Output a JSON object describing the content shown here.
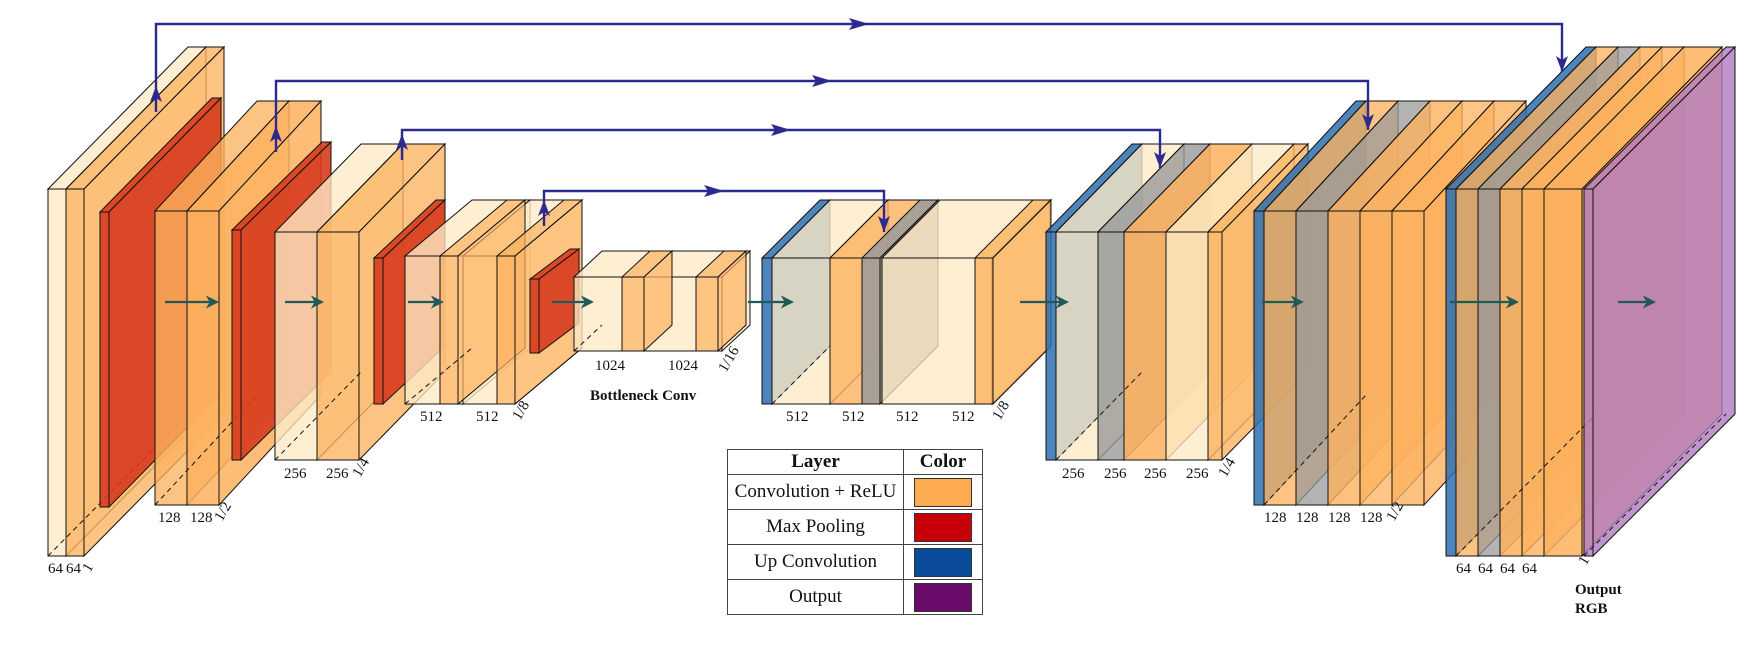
{
  "colors": {
    "conv": "#fdb25f",
    "conv_light": "#feebc6",
    "pool": "#d63b1e",
    "upconv": "#2e6fb0",
    "concat": "#9a9a9a",
    "output": "#b07ac0",
    "skip": "#2b2b8f",
    "flow": "#1e5a57"
  },
  "encoder": [
    {
      "id": "enc1",
      "channels": [
        "64",
        "64"
      ],
      "scale": "1"
    },
    {
      "id": "enc2",
      "channels": [
        "128",
        "128"
      ],
      "scale": "1/2"
    },
    {
      "id": "enc3",
      "channels": [
        "256",
        "256"
      ],
      "scale": "1/4"
    },
    {
      "id": "enc4",
      "channels": [
        "512",
        "512"
      ],
      "scale": "1/8"
    }
  ],
  "bottleneck": {
    "channels": [
      "1024",
      "1024"
    ],
    "scale": "1/16",
    "caption": "Bottleneck Conv"
  },
  "decoder": [
    {
      "id": "dec4",
      "channels": [
        "512",
        "512",
        "512",
        "512"
      ],
      "scale": "1/8"
    },
    {
      "id": "dec3",
      "channels": [
        "256",
        "256",
        "256",
        "256"
      ],
      "scale": "1/4"
    },
    {
      "id": "dec2",
      "channels": [
        "128",
        "128",
        "128",
        "128"
      ],
      "scale": "1/2"
    },
    {
      "id": "dec1",
      "channels": [
        "64",
        "64",
        "64",
        "64"
      ],
      "scale": ""
    }
  ],
  "output": {
    "scale": "1",
    "caption_lines": [
      "Output",
      "RGB"
    ]
  },
  "legend": {
    "header_layer": "Layer",
    "header_color": "Color",
    "rows": [
      {
        "label": "Convolution + ReLU",
        "color": "#fdab50"
      },
      {
        "label": "Max Pooling",
        "color": "#c8000a"
      },
      {
        "label": "Up Convolution",
        "color": "#0a4a9a"
      },
      {
        "label": "Output",
        "color": "#6a0a6a"
      }
    ]
  }
}
